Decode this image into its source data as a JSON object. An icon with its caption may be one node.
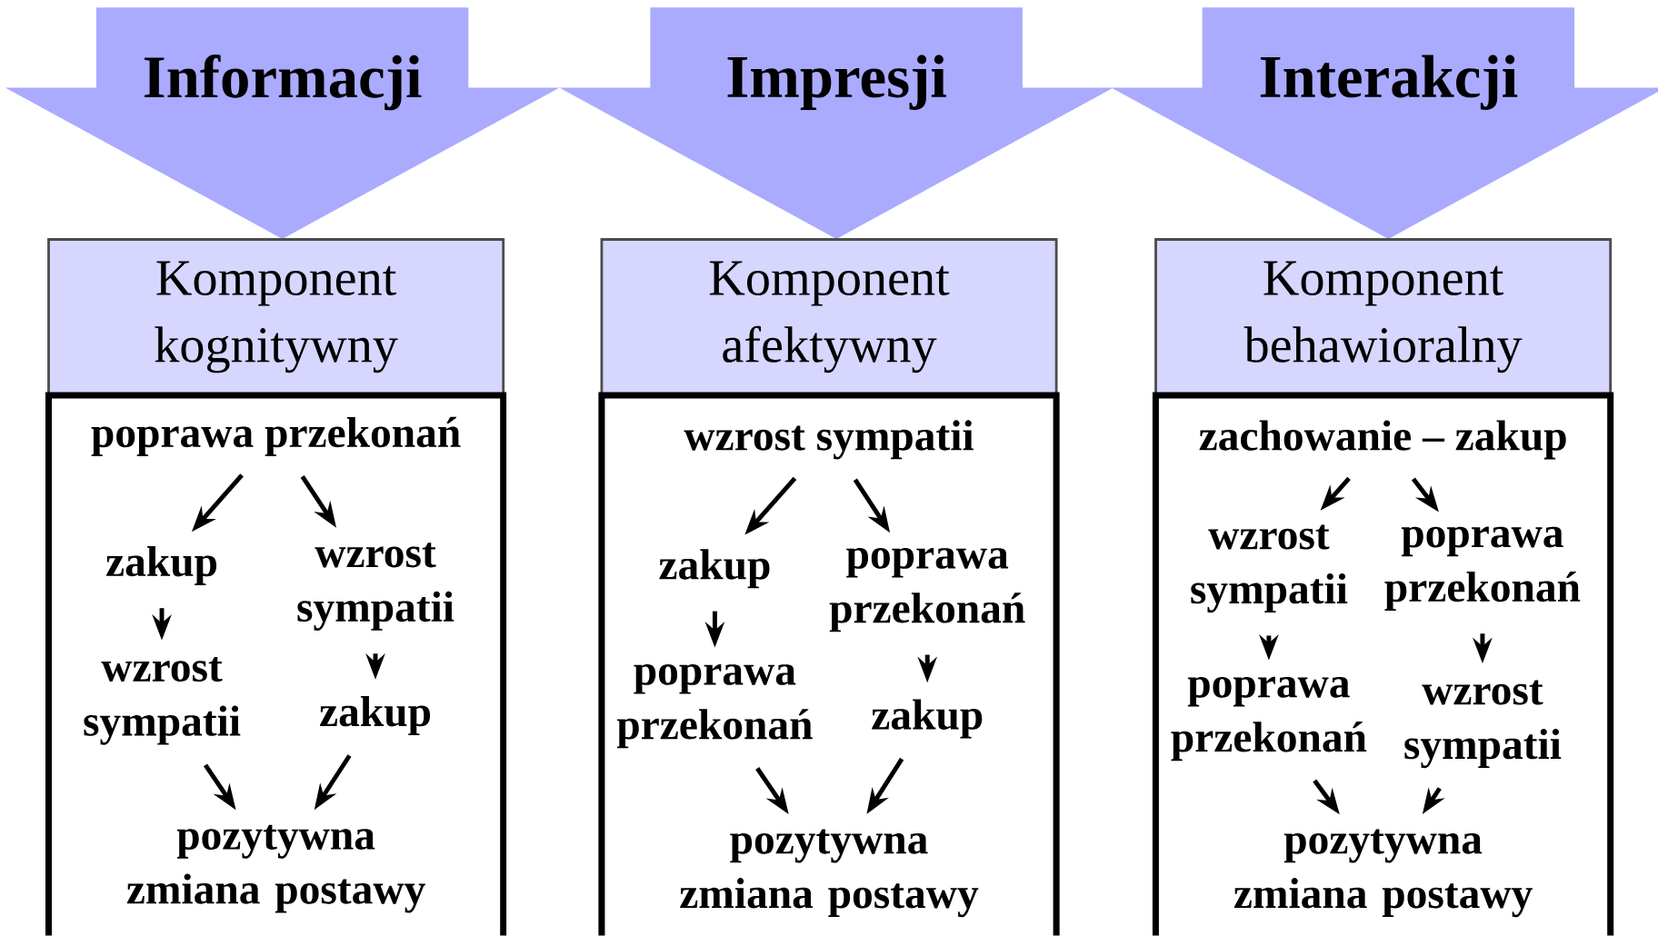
{
  "diagram": {
    "nodes": [
      {
        "text": [
          "Informacji"
        ]
      },
      {
        "text": [
          "Komponent kognitywny"
        ]
      },
      {
        "text": [],
        "shape": "box"
      },
      {
        "text": [
          "poprawa przekonań"
        ],
        "in": 2
      },
      {
        "text": [
          "zakup"
        ],
        "in": 2
      },
      {
        "text": [
          "wzrost sympatii"
        ],
        "in": 2
      },
      {
        "text": [
          "wzrost sympatii"
        ],
        "in": 2
      },
      {
        "text": [
          "zakup"
        ],
        "in": 2
      },
      {
        "text": [
          "pozytywna zmiana postawy"
        ],
        "in": 2
      },
      {
        "text": [
          "Impresji"
        ]
      },
      {
        "text": [
          "Komponent afektywny"
        ]
      },
      {
        "text": [],
        "shape": "box"
      },
      {
        "text": [
          "wzrost sympatii"
        ],
        "in": 11
      },
      {
        "text": [
          "zakup"
        ],
        "in": 11
      },
      {
        "text": [
          "poprawa przekonań"
        ],
        "in": 11
      },
      {
        "text": [
          "poprawa przekonań"
        ],
        "in": 11
      },
      {
        "text": [
          "zakup"
        ],
        "in": 11
      },
      {
        "text": [
          "pozytywna zmiana postawy"
        ],
        "in": 11
      },
      {
        "text": [
          "Interakcji"
        ]
      },
      {
        "text": [
          "Komponent behawioralny"
        ]
      },
      {
        "text": [],
        "shape": "box"
      },
      {
        "text": [
          "zachowanie – zakup"
        ],
        "in": 20
      },
      {
        "text": [
          "wzrost sympatii"
        ],
        "in": 20
      },
      {
        "text": [
          "poprawa przekonań"
        ],
        "in": 20
      },
      {
        "text": [
          "poprawa przekonań"
        ],
        "in": 20
      },
      {
        "text": [
          "wzrost sympatii"
        ],
        "in": 20
      },
      {
        "text": [
          "pozytywna zmiana postawy"
        ],
        "in": 20
      }
    ],
    "edges": [
      {
        "from": 3,
        "to": 4,
        "arrow": "to"
      },
      {
        "from": 3,
        "to": 5,
        "arrow": "to"
      },
      {
        "from": 4,
        "to": 6,
        "arrow": "to"
      },
      {
        "from": 5,
        "to": 7,
        "arrow": "to"
      },
      {
        "from": 6,
        "to": 8,
        "arrow": "to"
      },
      {
        "from": 7,
        "to": 8,
        "arrow": "to"
      },
      {
        "from": 12,
        "to": 13,
        "arrow": "to"
      },
      {
        "from": 12,
        "to": 14,
        "arrow": "to"
      },
      {
        "from": 13,
        "to": 15,
        "arrow": "to"
      },
      {
        "from": 14,
        "to": 16,
        "arrow": "to"
      },
      {
        "from": 15,
        "to": 17,
        "arrow": "to"
      },
      {
        "from": 16,
        "to": 17,
        "arrow": "to"
      },
      {
        "from": 21,
        "to": 22,
        "arrow": "to"
      },
      {
        "from": 21,
        "to": 23,
        "arrow": "to"
      },
      {
        "from": 22,
        "to": 24,
        "arrow": "to"
      },
      {
        "from": 23,
        "to": 25,
        "arrow": "to"
      },
      {
        "from": 24,
        "to": 26,
        "arrow": "to"
      },
      {
        "from": 25,
        "to": 26,
        "arrow": "to"
      }
    ]
  }
}
